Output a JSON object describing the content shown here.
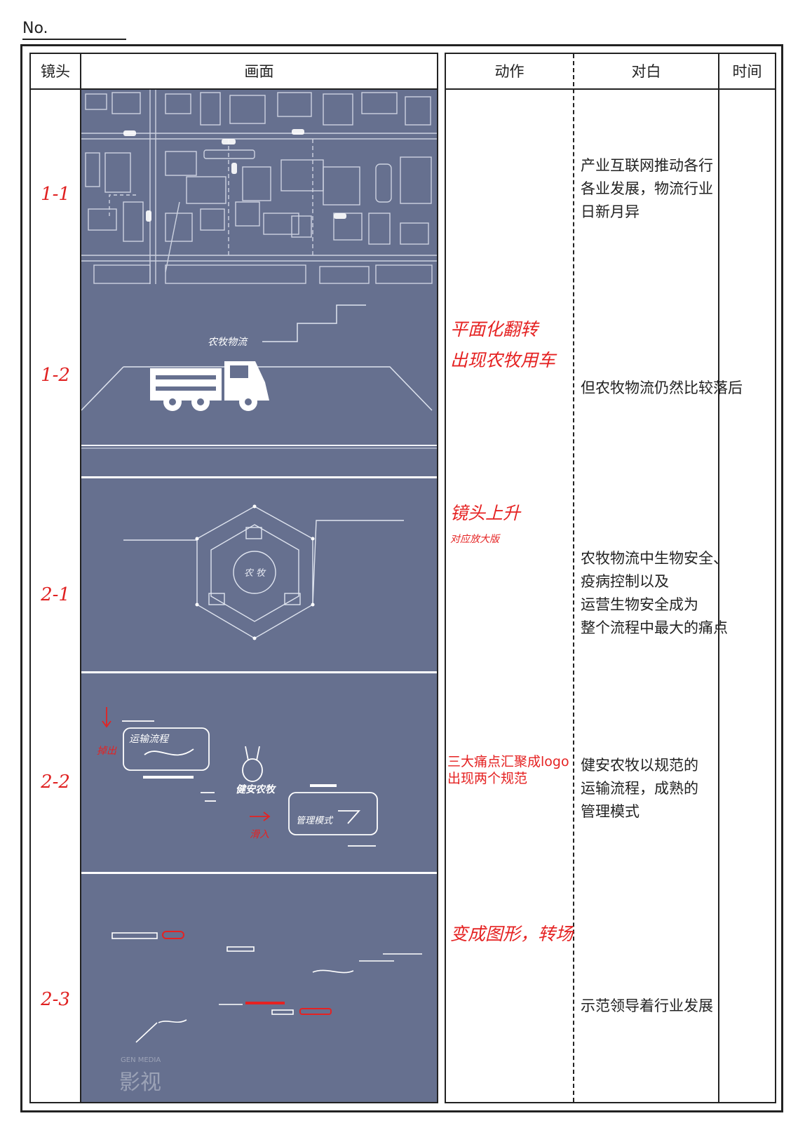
{
  "sheet": {
    "no_label": "No."
  },
  "headers": {
    "shot": "镜头",
    "frame": "画面",
    "action": "动作",
    "dialogue": "对白",
    "time": "时间"
  },
  "rows": [
    {
      "id": "1-1",
      "action_lines": [],
      "action_printed": "",
      "dialogue": [
        "产业互联网推动各行",
        "各业发展，物流行业",
        "日新月异"
      ]
    },
    {
      "id": "1-2",
      "action_lines": [
        "平面化翻转",
        "出现农牧用车"
      ],
      "action_printed": "",
      "dialogue": [
        "但农牧物流仍然比较落后"
      ]
    },
    {
      "id": "2-1",
      "action_lines": [
        "镜头上升"
      ],
      "action_note": "对应放大版",
      "action_printed": "",
      "dialogue": [
        "农牧物流中生物安全、",
        "疫病控制以及",
        "运营生物安全成为",
        "整个流程中最大的痛点"
      ]
    },
    {
      "id": "2-2",
      "action_lines": [],
      "action_printed": "三大痛点汇聚成logo\n出现两个规范",
      "dialogue": [
        "健安农牧以规范的",
        "运输流程，成熟的",
        "管理模式"
      ]
    },
    {
      "id": "2-3",
      "action_lines": [
        "变成图形，转场"
      ],
      "action_printed": "",
      "dialogue": [
        "示范领导着行业发展"
      ]
    }
  ],
  "frame_texts": {
    "truck_label": "农牧物流",
    "hub_label": "农 牧",
    "card_transport": "运输流程",
    "card_manage": "管理模式",
    "logo_text": "健安农牧",
    "note_drop": "掉出",
    "note_slide": "滑入",
    "watermark": "影视",
    "watermark_small": "GEN MEDIA"
  },
  "colors": {
    "panel_bg": "#66708f",
    "sketch": "#ffffff",
    "annotation": "#e52222"
  }
}
